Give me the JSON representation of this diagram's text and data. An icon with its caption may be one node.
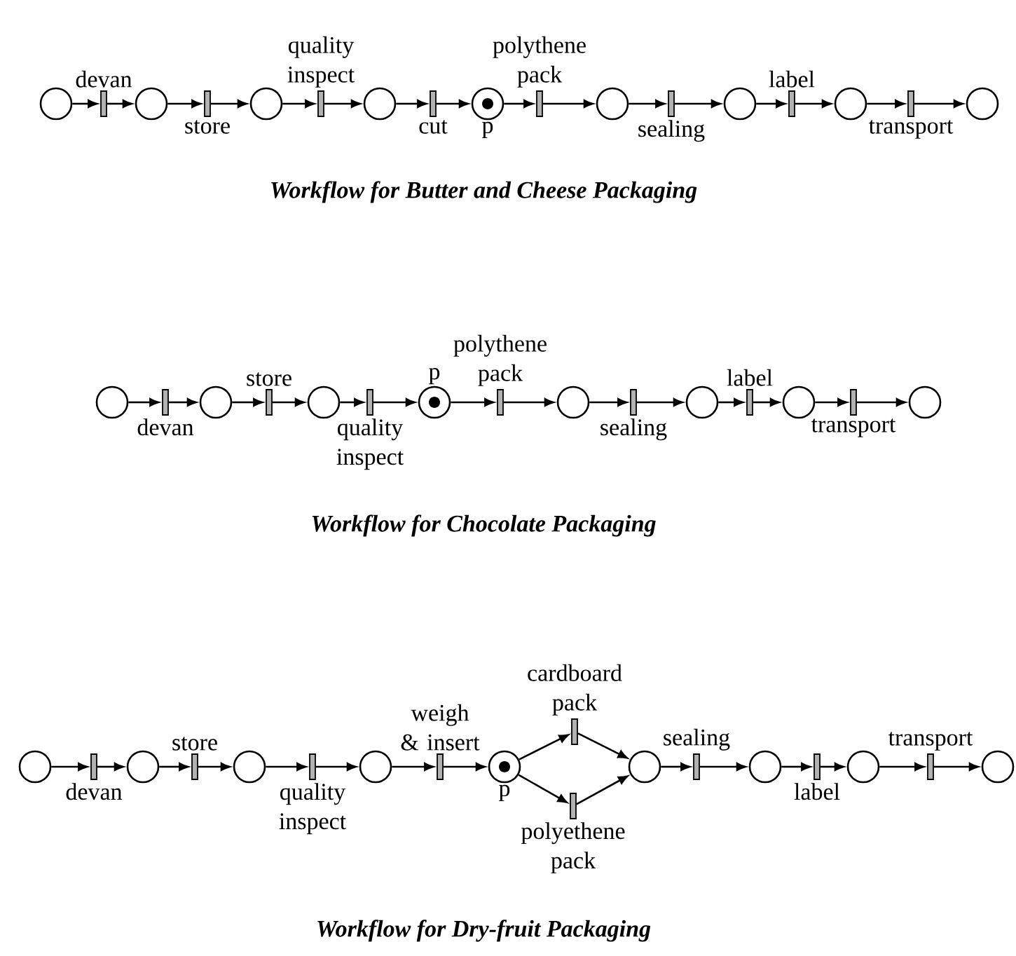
{
  "diagram": {
    "nodes": [
      {
        "text": [],
        "shape": "circle"
      },
      {
        "text": [
          "devan"
        ]
      },
      {
        "text": [],
        "shape": "circle"
      },
      {
        "text": [
          "store"
        ]
      },
      {
        "text": [],
        "shape": "circle"
      },
      {
        "text": [
          "quality inspect"
        ]
      },
      {
        "text": [],
        "shape": "circle"
      },
      {
        "text": [
          "cut"
        ]
      },
      {
        "text": [],
        "shape": "circle",
        "beside": [
          "p"
        ]
      },
      {
        "text": [
          "polythene pack"
        ]
      },
      {
        "text": [],
        "shape": "circle"
      },
      {
        "text": [
          "sealing"
        ]
      },
      {
        "text": [],
        "shape": "circle"
      },
      {
        "text": [
          "label"
        ]
      },
      {
        "text": [],
        "shape": "circle"
      },
      {
        "text": [
          "transport"
        ]
      },
      {
        "text": [],
        "shape": "circle"
      },
      {
        "text": [],
        "shape": "circle"
      },
      {
        "text": [
          "devan"
        ]
      },
      {
        "text": [],
        "shape": "circle"
      },
      {
        "text": [
          "store"
        ]
      },
      {
        "text": [],
        "shape": "circle"
      },
      {
        "text": [
          "quality inspect"
        ]
      },
      {
        "text": [],
        "shape": "circle",
        "beside": [
          "p"
        ]
      },
      {
        "text": [
          "polythene pack"
        ]
      },
      {
        "text": [],
        "shape": "circle"
      },
      {
        "text": [
          "sealing"
        ]
      },
      {
        "text": [],
        "shape": "circle"
      },
      {
        "text": [
          "label"
        ]
      },
      {
        "text": [],
        "shape": "circle"
      },
      {
        "text": [
          "transport"
        ]
      },
      {
        "text": [],
        "shape": "circle"
      },
      {
        "text": [],
        "shape": "circle"
      },
      {
        "text": [
          "devan"
        ]
      },
      {
        "text": [],
        "shape": "circle"
      },
      {
        "text": [
          "store"
        ]
      },
      {
        "text": [],
        "shape": "circle"
      },
      {
        "text": [
          "quality inspect"
        ]
      },
      {
        "text": [],
        "shape": "circle"
      },
      {
        "text": [
          "weigh & insert"
        ]
      },
      {
        "text": [],
        "shape": "circle",
        "beside": [
          "p"
        ]
      },
      {
        "text": [
          "cardboard pack"
        ]
      },
      {
        "text": [
          "polyethene pack"
        ]
      },
      {
        "text": [],
        "shape": "circle"
      },
      {
        "text": [
          "sealing"
        ]
      },
      {
        "text": [],
        "shape": "circle"
      },
      {
        "text": [
          "label"
        ]
      },
      {
        "text": [],
        "shape": "circle"
      },
      {
        "text": [
          "transport"
        ]
      },
      {
        "text": [],
        "shape": "circle"
      }
    ],
    "edges": [
      {
        "from": 0,
        "to": 1,
        "arrow": "to"
      },
      {
        "from": 1,
        "to": 2,
        "arrow": "to"
      },
      {
        "from": 2,
        "to": 3,
        "arrow": "to"
      },
      {
        "from": 3,
        "to": 4,
        "arrow": "to"
      },
      {
        "from": 4,
        "to": 5,
        "arrow": "to"
      },
      {
        "from": 5,
        "to": 6,
        "arrow": "to"
      },
      {
        "from": 6,
        "to": 7,
        "arrow": "to"
      },
      {
        "from": 7,
        "to": 8,
        "arrow": "to"
      },
      {
        "from": 8,
        "to": 9,
        "arrow": "to"
      },
      {
        "from": 9,
        "to": 10,
        "arrow": "to"
      },
      {
        "from": 10,
        "to": 11,
        "arrow": "to"
      },
      {
        "from": 11,
        "to": 12,
        "arrow": "to"
      },
      {
        "from": 12,
        "to": 13,
        "arrow": "to"
      },
      {
        "from": 13,
        "to": 14,
        "arrow": "to"
      },
      {
        "from": 14,
        "to": 15,
        "arrow": "to"
      },
      {
        "from": 15,
        "to": 16,
        "arrow": "to"
      },
      {
        "from": 17,
        "to": 18,
        "arrow": "to"
      },
      {
        "from": 18,
        "to": 19,
        "arrow": "to"
      },
      {
        "from": 19,
        "to": 20,
        "arrow": "to"
      },
      {
        "from": 20,
        "to": 21,
        "arrow": "to"
      },
      {
        "from": 21,
        "to": 22,
        "arrow": "to"
      },
      {
        "from": 22,
        "to": 23,
        "arrow": "to"
      },
      {
        "from": 23,
        "to": 24,
        "arrow": "to"
      },
      {
        "from": 24,
        "to": 25,
        "arrow": "to"
      },
      {
        "from": 25,
        "to": 26,
        "arrow": "to"
      },
      {
        "from": 26,
        "to": 27,
        "arrow": "to"
      },
      {
        "from": 27,
        "to": 28,
        "arrow": "to"
      },
      {
        "from": 28,
        "to": 29,
        "arrow": "to"
      },
      {
        "from": 29,
        "to": 30,
        "arrow": "to"
      },
      {
        "from": 30,
        "to": 31,
        "arrow": "to"
      },
      {
        "from": 32,
        "to": 33,
        "arrow": "to"
      },
      {
        "from": 33,
        "to": 34,
        "arrow": "to"
      },
      {
        "from": 34,
        "to": 35,
        "arrow": "to"
      },
      {
        "from": 35,
        "to": 36,
        "arrow": "to"
      },
      {
        "from": 36,
        "to": 37,
        "arrow": "to"
      },
      {
        "from": 37,
        "to": 38,
        "arrow": "to"
      },
      {
        "from": 38,
        "to": 39,
        "arrow": "to"
      },
      {
        "from": 39,
        "to": 40,
        "arrow": "to"
      },
      {
        "from": 40,
        "to": 41,
        "arrow": "to"
      },
      {
        "from": 40,
        "to": 42,
        "arrow": "to"
      },
      {
        "from": 41,
        "to": 43,
        "arrow": "to"
      },
      {
        "from": 42,
        "to": 43,
        "arrow": "to"
      },
      {
        "from": 43,
        "to": 44,
        "arrow": "to"
      },
      {
        "from": 44,
        "to": 45,
        "arrow": "to"
      },
      {
        "from": 45,
        "to": 46,
        "arrow": "to"
      },
      {
        "from": 46,
        "to": 47,
        "arrow": "to"
      },
      {
        "from": 47,
        "to": 48,
        "arrow": "to"
      },
      {
        "from": 48,
        "to": 49,
        "arrow": "to"
      }
    ],
    "labels": [
      "Workflow for Butter and Cheese Packaging",
      "Workflow for Chocolate Packaging",
      "Workflow for Dry-fruit Packaging"
    ]
  }
}
